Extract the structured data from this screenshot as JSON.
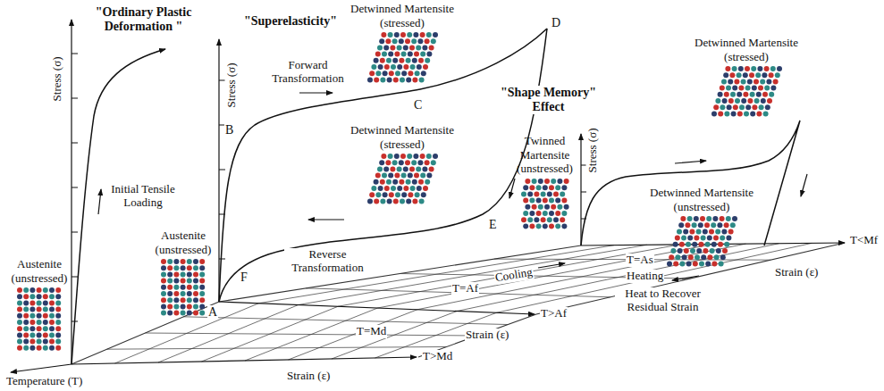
{
  "diagram": {
    "nodes": [
      {
        "text": [
          "Austenite (unstressed)"
        ]
      },
      {
        "text": [
          "Austenite (unstressed)"
        ]
      },
      {
        "text": [
          "Detwinned Martensite (stressed)"
        ]
      },
      {
        "text": [
          "Detwinned Martensite (stressed)"
        ]
      },
      {
        "text": [
          "Twinned Martensite (unstressed)"
        ]
      },
      {
        "text": [
          "Detwinned Martensite (stressed)"
        ]
      },
      {
        "text": [
          "Detwinned Martensite (unstressed)"
        ]
      }
    ],
    "labels": [
      "\"Ordinary Plastic Deformation \"",
      "Stress (σ)",
      "Initial Tensile Loading",
      "\"Superelasticity\"",
      "Stress (σ)",
      "Forward Transformation",
      "B",
      "C",
      "D",
      "E",
      "Reverse Transformation",
      "F",
      "A",
      "\"Shape Memory\" Effect",
      "Stress (σ)",
      "T<Mf",
      "Strain (ε)",
      "Cooling",
      "T=As",
      "Heating",
      "Heat to Recover Residual Strain",
      "T=Af",
      "T>Af",
      "Strain (ε)",
      "T=Md",
      "Temperature (T)",
      "T>Md",
      "Strain (ε)"
    ]
  }
}
